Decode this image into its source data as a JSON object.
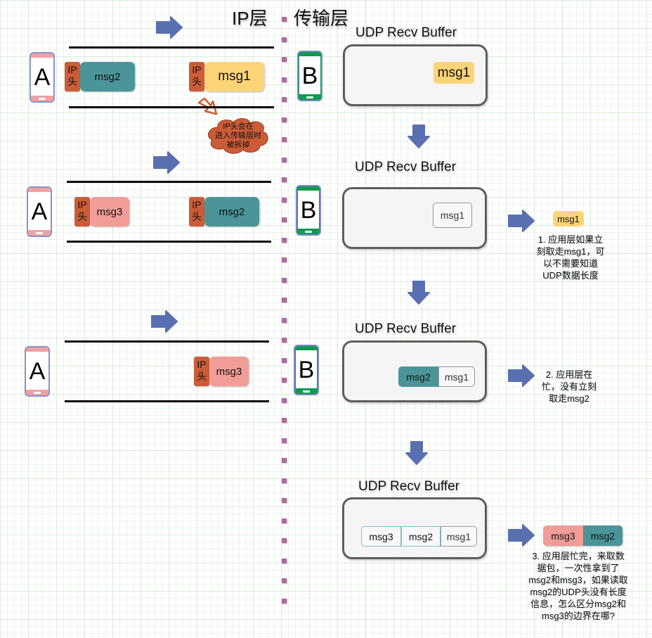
{
  "headers": {
    "ip_layer": "IP层",
    "transport_layer": "传输层"
  },
  "colors": {
    "arrow": "#5a6fb0",
    "divider_dot": "#b06a9c",
    "ip_header": "#cc5c38",
    "teal_msg": "#4b9599",
    "pink_msg": "#f19c97",
    "yellow_msg": "#fdd478",
    "phone_a_bar": "#f2a1a1",
    "phone_b_bar": "#119a4e"
  },
  "ip_header_label": "IP\n头",
  "stages": [
    {
      "sender": "A",
      "receiver": "B",
      "packets": [
        {
          "ip_header": [
            "IP",
            "头"
          ],
          "msg": "msg2"
        },
        {
          "ip_header": [
            "IP",
            "头"
          ],
          "msg": "msg1"
        }
      ],
      "cloud_note": "IP头会在\n进入传输层时\n被拆掉",
      "buffer_title": "UDP Recv Buffer",
      "buffer_contents": [
        "msg1"
      ]
    },
    {
      "sender": "A",
      "receiver": "B",
      "packets": [
        {
          "ip_header": [
            "IP",
            "头"
          ],
          "msg": "msg3"
        },
        {
          "ip_header": [
            "IP",
            "头"
          ],
          "msg": "msg2"
        }
      ],
      "buffer_title": "UDP Recv Buffer",
      "buffer_contents": [
        "msg1"
      ],
      "output": [
        "msg1"
      ],
      "note": "1. 应用层如果立\n刻取走msg1，可\n以不需要知道\nUDP数据长度"
    },
    {
      "sender": "A",
      "receiver": "B",
      "packets": [
        {
          "ip_header": [
            "IP",
            "头"
          ],
          "msg": "msg3"
        }
      ],
      "buffer_title": "UDP Recv Buffer",
      "buffer_contents": [
        "msg2",
        "msg1"
      ],
      "note": "2. 应用层在\n忙，没有立刻\n取走msg2"
    },
    {
      "buffer_title": "UDP Recv Buffer",
      "buffer_contents": [
        "msg3",
        "msg2",
        "msg1"
      ],
      "output": [
        "msg3",
        "msg2"
      ],
      "note": "3. 应用层忙完，来取数\n据包，一次性拿到了\nmsg2和msg3，如果读取\nmsg2的UDP头没有长度\n信息，怎么区分msg2和\nmsg3的边界在哪?"
    }
  ]
}
